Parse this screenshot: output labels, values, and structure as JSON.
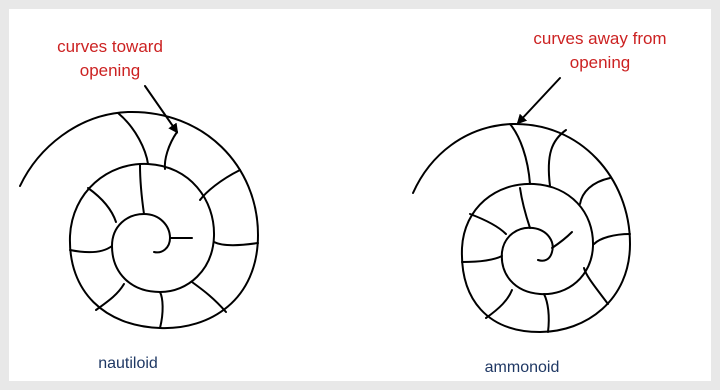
{
  "left_figure": {
    "annotation_line1": "curves toward",
    "annotation_line2": "opening",
    "caption": "nautiloid"
  },
  "right_figure": {
    "annotation_line1": "curves away from",
    "annotation_line2": "opening",
    "caption": "ammonoid"
  },
  "colors": {
    "annotation": "#cc2222",
    "caption": "#1f3864",
    "background": "#e8e8e8",
    "panel": "#ffffff"
  }
}
